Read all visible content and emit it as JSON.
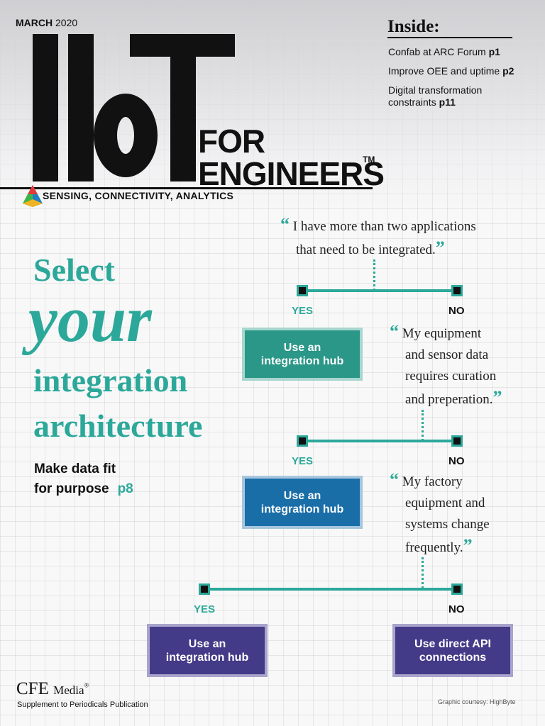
{
  "header": {
    "date_month": "MARCH",
    "date_year": "2020",
    "logo_for": "FOR",
    "logo_engineers": "ENGINEERS",
    "trademark": "TM",
    "tagline": "SENSING, CONNECTIVITY, ANALYTICS"
  },
  "inside": {
    "title": "Inside:",
    "items": [
      {
        "text": "Confab at ARC Forum",
        "page": "p1"
      },
      {
        "text": "Improve OEE and uptime",
        "page": "p2"
      },
      {
        "text": "Digital transformation",
        "text2": "constraints",
        "page": "p11"
      }
    ]
  },
  "headline": {
    "line1": "Select",
    "line2": "your",
    "line3": "integration",
    "line4": "architecture",
    "sub_line1": "Make data fit",
    "sub_line2": "for purpose",
    "sub_page": "p8"
  },
  "flow": {
    "q1_line1": "I have more than two applications",
    "q1_line2": "that need to be integrated.",
    "q2_lines": [
      "My equipment",
      "and sensor data",
      "requires curation",
      "and preperation."
    ],
    "q3_lines": [
      "My factory",
      "equipment and",
      "systems change",
      "frequently."
    ],
    "yes": "YES",
    "no": "NO",
    "hub_line1": "Use an",
    "hub_line2": "integration hub",
    "api_line1": "Use direct API",
    "api_line2": "connections",
    "colors": {
      "teal": "#2ca89a",
      "blue": "#1a6ea8",
      "purple": "#433a88"
    }
  },
  "footer": {
    "cfe": "CFE",
    "media": "Media",
    "reg": "®",
    "supplement": "Supplement to Periodicals Publication",
    "credit": "Graphic courtesy: HighByte"
  }
}
